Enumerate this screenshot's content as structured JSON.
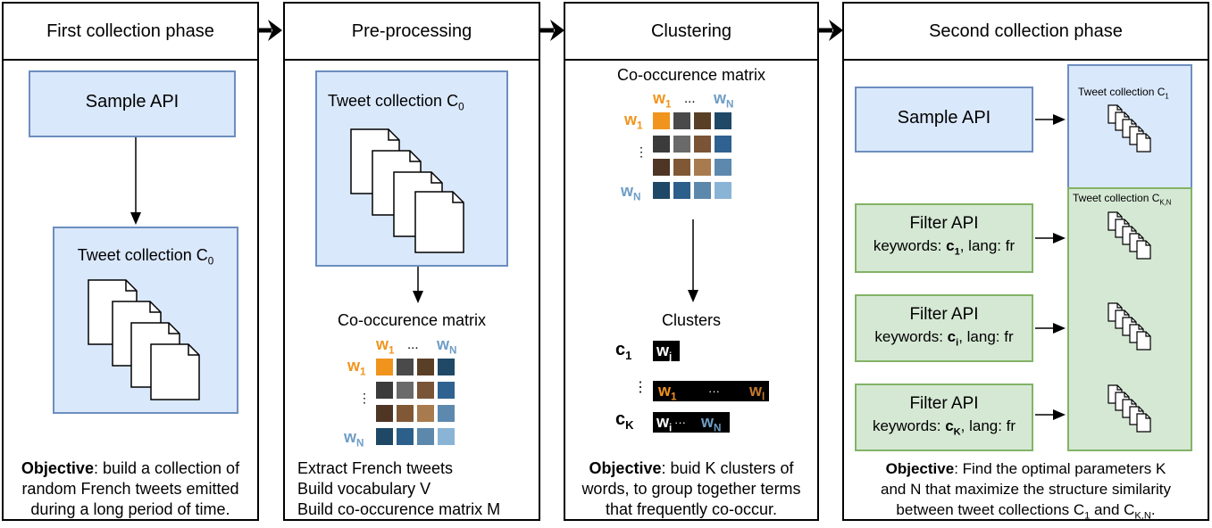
{
  "panels": [
    {
      "title": "First collection phase"
    },
    {
      "title": "Pre-processing"
    },
    {
      "title": "Clustering"
    },
    {
      "title": "Second collection phase"
    }
  ],
  "p1": {
    "sample_api": "Sample API",
    "collection": "Tweet collection C",
    "collection_sub": "0",
    "objective_bold": "Objective",
    "objective_rest": ": build a collection of",
    "objective_line2": "random French tweets emitted",
    "objective_line3": "during a long period of time."
  },
  "p2": {
    "collection": "Tweet collection C",
    "collection_sub": "0",
    "matrix_title": "Co-occurence matrix",
    "steps": [
      "Extract French tweets",
      "Build vocabulary V",
      "Build co-occurence matrix M"
    ]
  },
  "p3": {
    "matrix_title": "Co-occurence matrix",
    "clusters_title": "Clusters",
    "objective_bold": "Objective",
    "objective_rest": ": buid K clusters of",
    "objective_line2": "words, to group together terms",
    "objective_line3": "that frequently co-occur."
  },
  "p4": {
    "sample_api": "Sample API",
    "collection_c1": "Tweet collection C",
    "collection_c1_sub": "1",
    "collection_ckn": "Tweet collection C",
    "collection_ckn_sub": "K,N",
    "filter_title": "Filter API",
    "filters": [
      {
        "pre": "keywords: ",
        "kw": "c",
        "sub": "1",
        "post": ", lang: fr"
      },
      {
        "pre": "keywords: ",
        "kw": "c",
        "sub": "i",
        "post": ", lang: fr"
      },
      {
        "pre": "keywords: ",
        "kw": "c",
        "sub": "K",
        "post": ", lang: fr"
      }
    ],
    "objective_bold": "Objective",
    "objective_rest": ": Find the optimal parameters K",
    "objective_line2": "and N that maximize the structure similarity",
    "objective_line3_pre": "between tweet collections C",
    "objective_line3_s1": "1",
    "objective_line3_mid": " and C",
    "objective_line3_s2": "K,N",
    "objective_line3_post": "."
  },
  "matrix": {
    "w": "w",
    "w1_sub": "1",
    "wn_sub": "N",
    "ellipsis_h": "...",
    "ellipsis_v": "⋮",
    "colors": [
      [
        "#f0941e",
        "#4a4a4a",
        "#5a3f27",
        "#1f4966"
      ],
      [
        "#3b3b3b",
        "#6a6a6a",
        "#7a5437",
        "#2f6290"
      ],
      [
        "#4e3524",
        "#805835",
        "#a87b4e",
        "#5d89ae"
      ],
      [
        "#1f4766",
        "#2c5f8a",
        "#5c88ab",
        "#8ab4d6"
      ]
    ]
  },
  "clusters": {
    "c": "c",
    "c1_sub": "1",
    "ck_sub": "K",
    "ellipsis_v": "⋮",
    "w": "w",
    "wj_sub": "j",
    "w1_sub": "1",
    "wl_sub": "l",
    "wi_sub": "i",
    "wn_sub": "N",
    "dots": "···"
  }
}
